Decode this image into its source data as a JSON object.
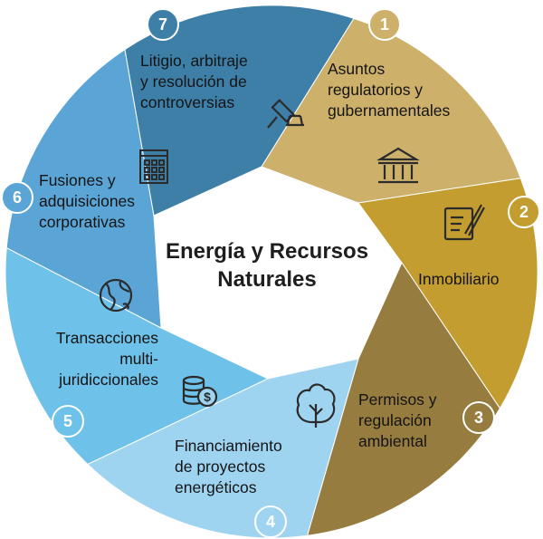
{
  "center": {
    "line1": "Energía y Recursos",
    "line2": "Naturales"
  },
  "segments": [
    {
      "number": "1",
      "lines": [
        "Asuntos",
        "regulatorios y",
        "gubernamentales"
      ],
      "icon": "government-building-icon",
      "color": "#cdb06a"
    },
    {
      "number": "2",
      "lines": [
        "Inmobiliario"
      ],
      "icon": "document-pen-icon",
      "color": "#c49d31"
    },
    {
      "number": "3",
      "lines": [
        "Permisos y",
        "regulación",
        "ambiental"
      ],
      "icon": "tree-icon",
      "color": "#977c40"
    },
    {
      "number": "4",
      "lines": [
        "Financiamiento",
        "de proyectos",
        "energéticos"
      ],
      "icon": "coins-dollar-icon",
      "color": "#9fd4f1"
    },
    {
      "number": "5",
      "lines": [
        "Transacciones",
        "multi-",
        "juridiccionales"
      ],
      "icon": "globe-icon",
      "color": "#6ec1e8"
    },
    {
      "number": "6",
      "lines": [
        "Fusiones y",
        "adquisiciones",
        "corporativas"
      ],
      "icon": "office-building-icon",
      "color": "#5aa5d6"
    },
    {
      "number": "7",
      "lines": [
        "Litigio, arbitraje",
        "y resolución de",
        "controversias"
      ],
      "icon": "gavel-icon",
      "color": "#3e7fa8"
    }
  ]
}
